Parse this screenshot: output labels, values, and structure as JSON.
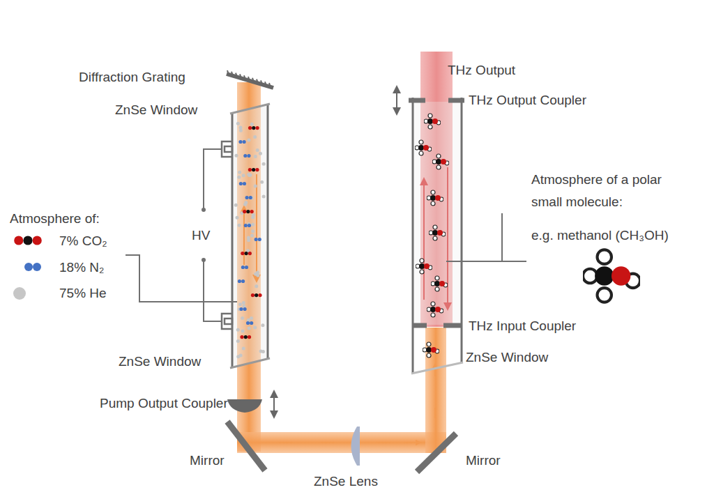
{
  "diagram": {
    "labels": [
      "Diffraction Grating",
      "ZnSe Window",
      "HV",
      "Atmosphere of:",
      "ZnSe Window",
      "Pump Output Coupler",
      "Mirror",
      "ZnSe Lens",
      "Mirror",
      "THz Output",
      "THz Output Coupler",
      "Atmosphere of a polar small molecule:",
      "e.g. methanol (CH₃OH)",
      "THz Input Coupler",
      "ZnSe Window"
    ],
    "legend": [
      {
        "text": "7% CO₂"
      },
      {
        "text": "18% N₂"
      },
      {
        "text": "75% He"
      }
    ]
  }
}
